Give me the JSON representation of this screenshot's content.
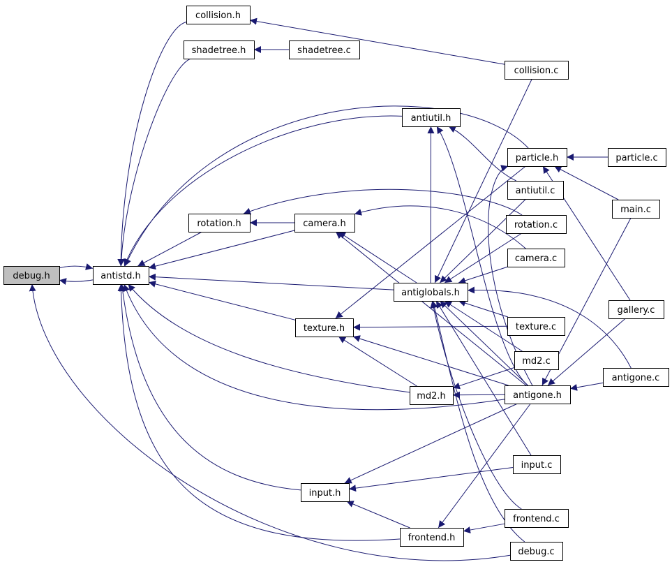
{
  "diagram": {
    "type": "include-dependency-graph",
    "edge_color": "#191970",
    "root_fill": "#bfbfbf",
    "nodes": [
      {
        "id": "debug_h",
        "label": "debug.h",
        "root": true
      },
      {
        "id": "antistd_h",
        "label": "antistd.h"
      },
      {
        "id": "collision_h",
        "label": "collision.h"
      },
      {
        "id": "shadetree_h",
        "label": "shadetree.h"
      },
      {
        "id": "shadetree_c",
        "label": "shadetree.c"
      },
      {
        "id": "collision_c",
        "label": "collision.c"
      },
      {
        "id": "antiutil_h",
        "label": "antiutil.h"
      },
      {
        "id": "particle_h",
        "label": "particle.h"
      },
      {
        "id": "particle_c",
        "label": "particle.c"
      },
      {
        "id": "antiutil_c",
        "label": "antiutil.c"
      },
      {
        "id": "main_c",
        "label": "main.c"
      },
      {
        "id": "rotation_h",
        "label": "rotation.h"
      },
      {
        "id": "camera_h",
        "label": "camera.h"
      },
      {
        "id": "rotation_c",
        "label": "rotation.c"
      },
      {
        "id": "camera_c",
        "label": "camera.c"
      },
      {
        "id": "antiglobals_h",
        "label": "antiglobals.h"
      },
      {
        "id": "gallery_c",
        "label": "gallery.c"
      },
      {
        "id": "texture_h",
        "label": "texture.h"
      },
      {
        "id": "texture_c",
        "label": "texture.c"
      },
      {
        "id": "md2_c",
        "label": "md2.c"
      },
      {
        "id": "antigone_c",
        "label": "antigone.c"
      },
      {
        "id": "md2_h",
        "label": "md2.h"
      },
      {
        "id": "antigone_h",
        "label": "antigone.h"
      },
      {
        "id": "input_c",
        "label": "input.c"
      },
      {
        "id": "input_h",
        "label": "input.h"
      },
      {
        "id": "frontend_c",
        "label": "frontend.c"
      },
      {
        "id": "frontend_h",
        "label": "frontend.h"
      },
      {
        "id": "debug_c",
        "label": "debug.c"
      }
    ],
    "edges": [
      {
        "from": "debug_h",
        "to": "antistd_h"
      },
      {
        "from": "antistd_h",
        "to": "debug_h"
      },
      {
        "from": "collision_h",
        "to": "antistd_h"
      },
      {
        "from": "shadetree_h",
        "to": "antistd_h"
      },
      {
        "from": "shadetree_c",
        "to": "shadetree_h"
      },
      {
        "from": "collision_c",
        "to": "collision_h"
      },
      {
        "from": "collision_c",
        "to": "antiglobals_h"
      },
      {
        "from": "antiutil_h",
        "to": "antistd_h"
      },
      {
        "from": "particle_h",
        "to": "antistd_h"
      },
      {
        "from": "particle_h",
        "to": "texture_h"
      },
      {
        "from": "particle_c",
        "to": "particle_h"
      },
      {
        "from": "antiutil_c",
        "to": "antiutil_h"
      },
      {
        "from": "antiutil_c",
        "to": "antiglobals_h"
      },
      {
        "from": "main_c",
        "to": "particle_h"
      },
      {
        "from": "main_c",
        "to": "antigone_h"
      },
      {
        "from": "rotation_h",
        "to": "antistd_h"
      },
      {
        "from": "camera_h",
        "to": "rotation_h"
      },
      {
        "from": "camera_h",
        "to": "antistd_h"
      },
      {
        "from": "rotation_c",
        "to": "rotation_h"
      },
      {
        "from": "rotation_c",
        "to": "antiglobals_h"
      },
      {
        "from": "camera_c",
        "to": "camera_h"
      },
      {
        "from": "camera_c",
        "to": "antiglobals_h"
      },
      {
        "from": "antiglobals_h",
        "to": "antistd_h"
      },
      {
        "from": "antiglobals_h",
        "to": "camera_h"
      },
      {
        "from": "antiglobals_h",
        "to": "antiutil_h"
      },
      {
        "from": "gallery_c",
        "to": "particle_h"
      },
      {
        "from": "gallery_c",
        "to": "antigone_h"
      },
      {
        "from": "texture_h",
        "to": "antistd_h"
      },
      {
        "from": "texture_c",
        "to": "texture_h"
      },
      {
        "from": "texture_c",
        "to": "antiglobals_h"
      },
      {
        "from": "md2_c",
        "to": "md2_h"
      },
      {
        "from": "md2_c",
        "to": "antiglobals_h"
      },
      {
        "from": "antigone_c",
        "to": "antigone_h"
      },
      {
        "from": "antigone_c",
        "to": "antiglobals_h"
      },
      {
        "from": "md2_h",
        "to": "antistd_h"
      },
      {
        "from": "md2_h",
        "to": "texture_h"
      },
      {
        "from": "antigone_h",
        "to": "antistd_h"
      },
      {
        "from": "antigone_h",
        "to": "md2_h"
      },
      {
        "from": "antigone_h",
        "to": "texture_h"
      },
      {
        "from": "antigone_h",
        "to": "camera_h"
      },
      {
        "from": "antigone_h",
        "to": "antiglobals_h"
      },
      {
        "from": "antigone_h",
        "to": "antiutil_h"
      },
      {
        "from": "antigone_h",
        "to": "input_h"
      },
      {
        "from": "antigone_h",
        "to": "frontend_h"
      },
      {
        "from": "antigone_h",
        "to": "particle_h"
      },
      {
        "from": "input_c",
        "to": "input_h"
      },
      {
        "from": "input_c",
        "to": "antiglobals_h"
      },
      {
        "from": "input_h",
        "to": "antistd_h"
      },
      {
        "from": "frontend_c",
        "to": "frontend_h"
      },
      {
        "from": "frontend_c",
        "to": "antiglobals_h"
      },
      {
        "from": "frontend_h",
        "to": "antistd_h"
      },
      {
        "from": "frontend_h",
        "to": "input_h"
      },
      {
        "from": "debug_c",
        "to": "debug_h"
      },
      {
        "from": "debug_c",
        "to": "antiglobals_h"
      }
    ]
  }
}
